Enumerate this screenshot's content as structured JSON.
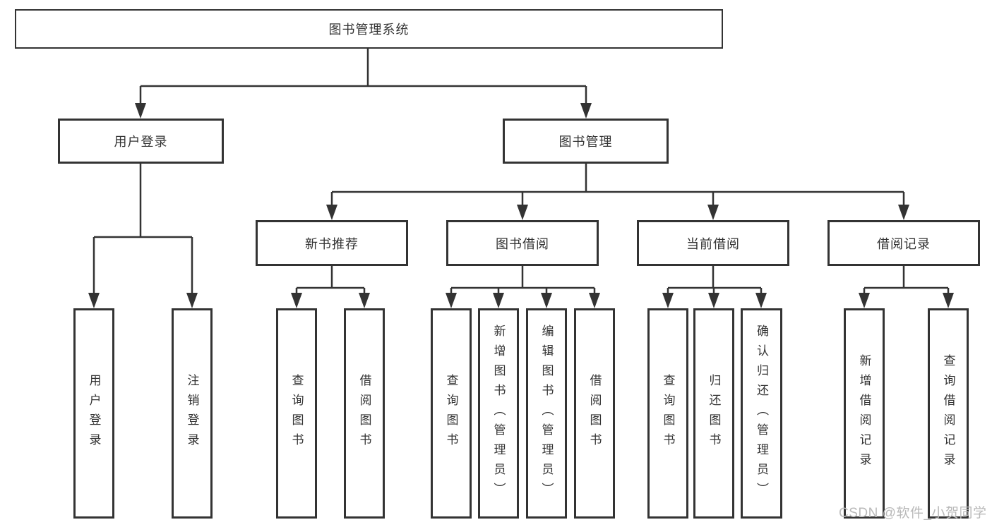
{
  "page": {
    "background_color": "#ffffff",
    "line_color": "#333333",
    "box_border_color": "#333333",
    "text_color": "#333333"
  },
  "diagram": {
    "root": {
      "label": "图书管理系统"
    },
    "level2": [
      {
        "label": "用户登录"
      },
      {
        "label": "图书管理"
      }
    ],
    "level3": [
      {
        "label": "新书推荐"
      },
      {
        "label": "图书借阅"
      },
      {
        "label": "当前借阅"
      },
      {
        "label": "借阅记录"
      }
    ],
    "leaves": {
      "user_login": [
        {
          "label": "用户登录"
        },
        {
          "label": "注销登录"
        }
      ],
      "new_book": [
        {
          "label": "查询图书"
        },
        {
          "label": "借阅图书"
        }
      ],
      "book_borrow": [
        {
          "label": "查询图书"
        },
        {
          "label": "新增图书（管理员）"
        },
        {
          "label": "编辑图书（管理员）"
        },
        {
          "label": "借阅图书"
        }
      ],
      "current_borrow": [
        {
          "label": "查询图书"
        },
        {
          "label": "归还图书"
        },
        {
          "label": "确认归还（管理员）"
        }
      ],
      "borrow_record": [
        {
          "label": "新增借阅记录"
        },
        {
          "label": "查询借阅记录"
        }
      ]
    }
  },
  "watermark": {
    "text": "CSDN @软件_小贺同学",
    "color": "#b9b9b9"
  }
}
